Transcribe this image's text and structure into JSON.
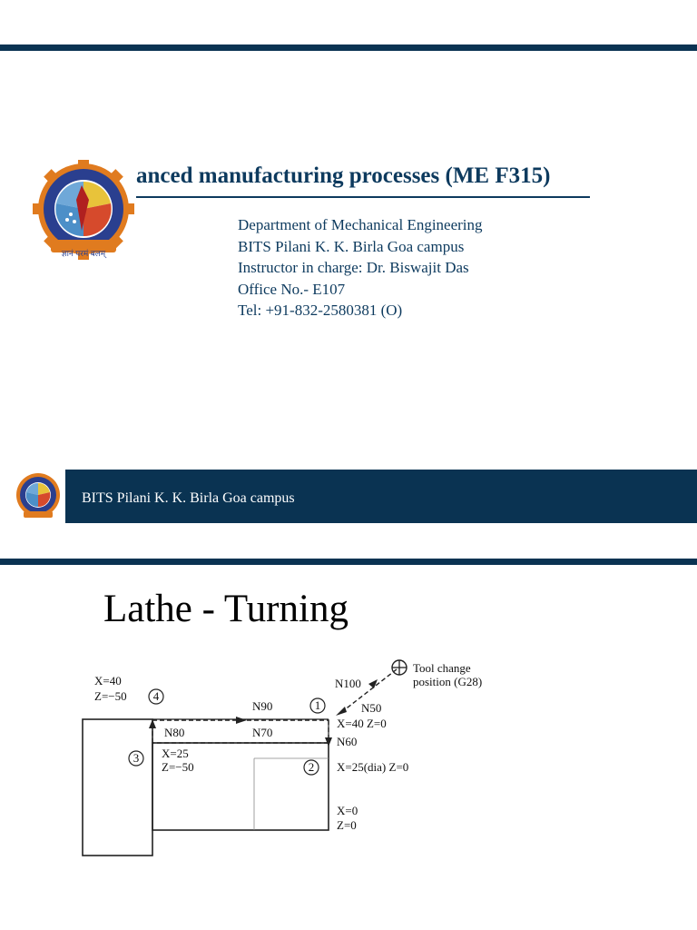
{
  "slide1": {
    "title": "anced manufacturing processes (ME F315)",
    "info_lines": [
      "Department of Mechanical Engineering",
      "BITS Pilani K. K. Birla Goa campus",
      "Instructor in charge: Dr. Biswajit Das",
      "Office No.- E107",
      "Tel: +91-832-2580381 (O)"
    ],
    "footer_text": "BITS Pilani K. K. Birla Goa campus",
    "logo_motto": "ज्ञानं परमं बलम्"
  },
  "slide2": {
    "title": "Lathe - Turning",
    "diagram": {
      "labels": {
        "p4_x": "X=40",
        "p4_z": "Z=−50",
        "p3_x": "X=25",
        "p3_z": "Z=−50",
        "p1_coords": "X=40 Z=0",
        "p2_coords": "X=25(dia) Z=0",
        "origin_x": "X=0",
        "origin_z": "Z=0",
        "tool_change_1": "Tool change",
        "tool_change_2": "position (G28)"
      },
      "blocks": [
        "N100",
        "N50",
        "N90",
        "N80",
        "N70",
        "N60"
      ],
      "points": [
        "1",
        "2",
        "3",
        "4"
      ]
    }
  },
  "colors": {
    "navy": "#0a3352",
    "title_blue": "#0d3a5e"
  }
}
